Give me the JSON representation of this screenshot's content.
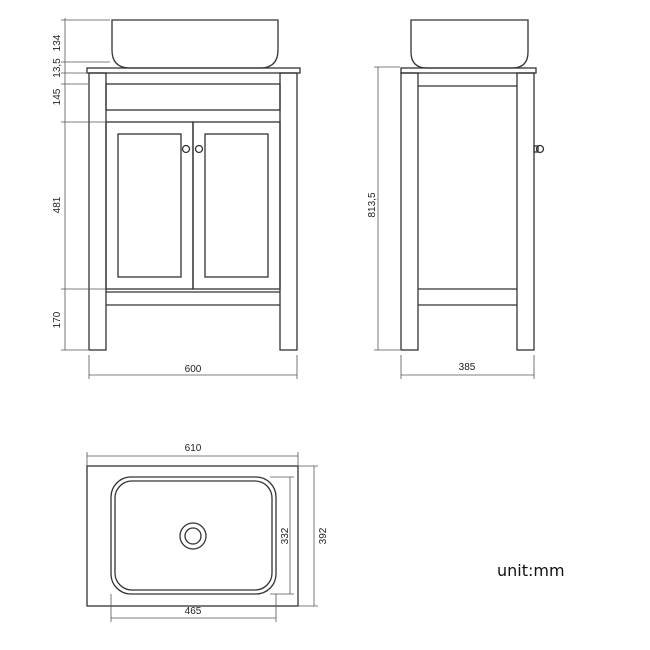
{
  "front_view": {
    "dims": {
      "basin_height": "134",
      "top_thickness": "13,5",
      "rail_height": "145",
      "door_height": "481",
      "leg_height": "170",
      "width": "600"
    }
  },
  "side_view": {
    "dims": {
      "total_height": "813,5",
      "depth": "385"
    }
  },
  "top_view": {
    "dims": {
      "outer_width": "610",
      "outer_depth": "392",
      "bowl_depth": "332",
      "bowl_width": "465"
    }
  },
  "unit_label": "unit:mm",
  "colors": {
    "line": "#333333",
    "background": "#ffffff"
  }
}
